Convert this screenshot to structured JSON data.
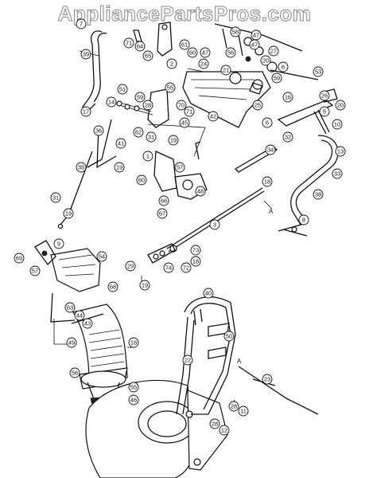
{
  "watermark": "AppliancePartsPros.com",
  "diagram": {
    "callouts": [
      "7",
      "71",
      "64",
      "65",
      "2",
      "61",
      "60",
      "47",
      "24",
      "39",
      "58",
      "47",
      "47",
      "56",
      "27",
      "20",
      "59",
      "6",
      "53",
      "51",
      "14",
      "59",
      "28",
      "55",
      "42",
      "70",
      "71",
      "21",
      "25",
      "16",
      "45",
      "62",
      "31",
      "19",
      "26",
      "20",
      "10",
      "5",
      "6",
      "32",
      "34",
      "36",
      "41",
      "13",
      "33",
      "17",
      "35",
      "19",
      "1",
      "57",
      "60",
      "66",
      "48",
      "67",
      "18",
      "38",
      "31",
      "19",
      "3",
      "8",
      "9",
      "54",
      "69",
      "57",
      "73",
      "18",
      "74",
      "72",
      "19",
      "29",
      "63",
      "68",
      "44",
      "43",
      "49",
      "40",
      "50",
      "22",
      "18",
      "56",
      "55",
      "46",
      "23",
      "28",
      "11",
      "12",
      "28"
    ],
    "letters": [
      "A",
      "A"
    ]
  }
}
